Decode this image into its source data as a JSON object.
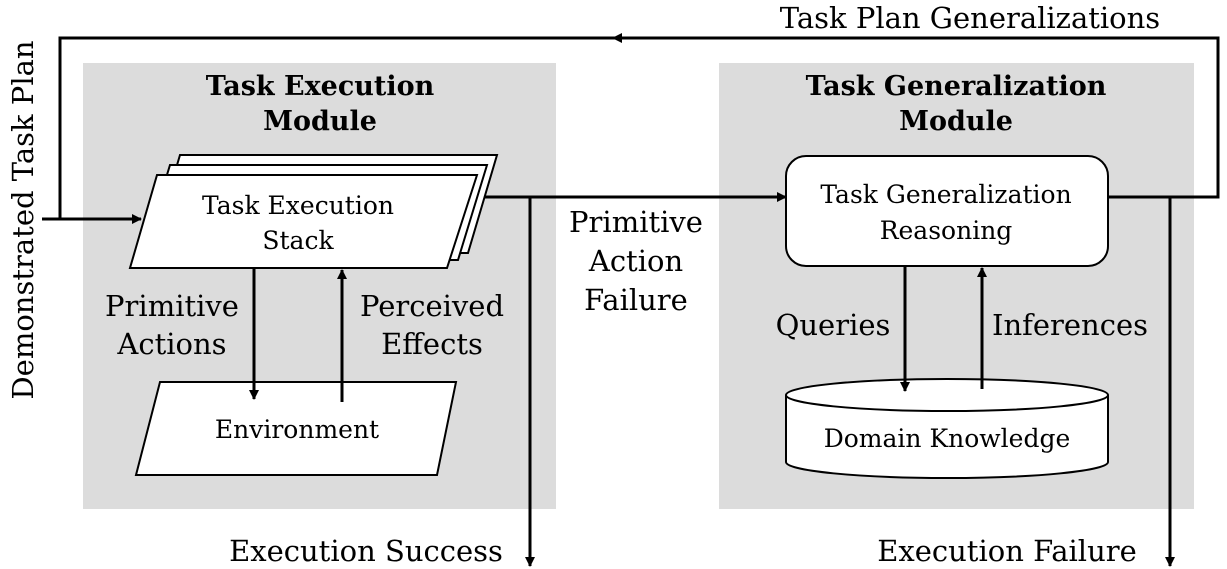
{
  "left_module": {
    "title_line1": "Task Execution",
    "title_line2": "Module"
  },
  "right_module": {
    "title_line1": "Task Generalization",
    "title_line2": "Module"
  },
  "stack": {
    "line1": "Task Execution",
    "line2": "Stack"
  },
  "environment": "Environment",
  "reasoning": {
    "line1": "Task Generalization",
    "line2": "Reasoning"
  },
  "domain_knowledge": "Domain Knowledge",
  "labels": {
    "input": "Demonstrated Task Plan",
    "plan_generalizations": "Task Plan Generalizations",
    "primitive_actions_1": "Primitive",
    "primitive_actions_2": "Actions",
    "perceived_effects_1": "Perceived",
    "perceived_effects_2": "Effects",
    "failure_1": "Primitive",
    "failure_2": "Action",
    "failure_3": "Failure",
    "queries": "Queries",
    "inferences": "Inferences",
    "execution_success": "Execution Success",
    "execution_failure": "Execution Failure"
  }
}
